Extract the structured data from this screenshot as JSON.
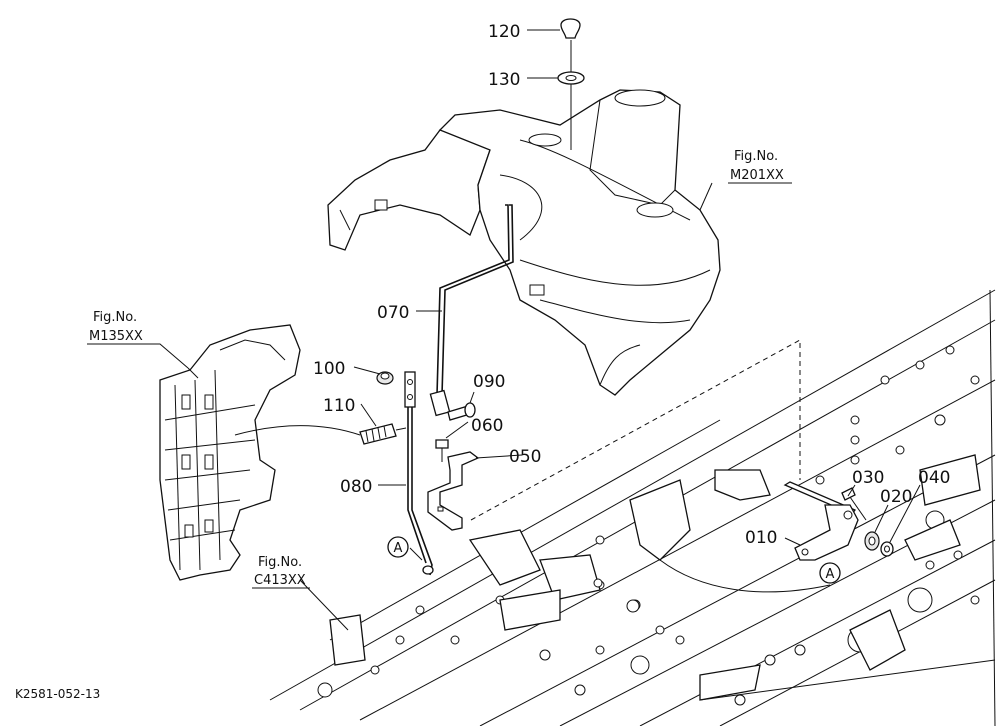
{
  "diagram": {
    "code": "K2581-052-13",
    "callouts": [
      {
        "id": "120",
        "label": "120"
      },
      {
        "id": "130",
        "label": "130"
      },
      {
        "id": "070",
        "label": "070"
      },
      {
        "id": "100",
        "label": "100"
      },
      {
        "id": "090",
        "label": "090"
      },
      {
        "id": "110",
        "label": "110"
      },
      {
        "id": "060",
        "label": "060"
      },
      {
        "id": "050",
        "label": "050"
      },
      {
        "id": "080",
        "label": "080"
      },
      {
        "id": "030",
        "label": "030"
      },
      {
        "id": "040",
        "label": "040"
      },
      {
        "id": "020",
        "label": "020"
      },
      {
        "id": "010",
        "label": "010"
      }
    ],
    "refs": [
      {
        "line1": "Fig.No.",
        "line2": "M201XX"
      },
      {
        "line1": "Fig.No.",
        "line2": "M135XX"
      },
      {
        "line1": "Fig.No.",
        "line2": "C413XX"
      }
    ],
    "markers": [
      {
        "label": "A"
      },
      {
        "label": "A"
      }
    ]
  }
}
